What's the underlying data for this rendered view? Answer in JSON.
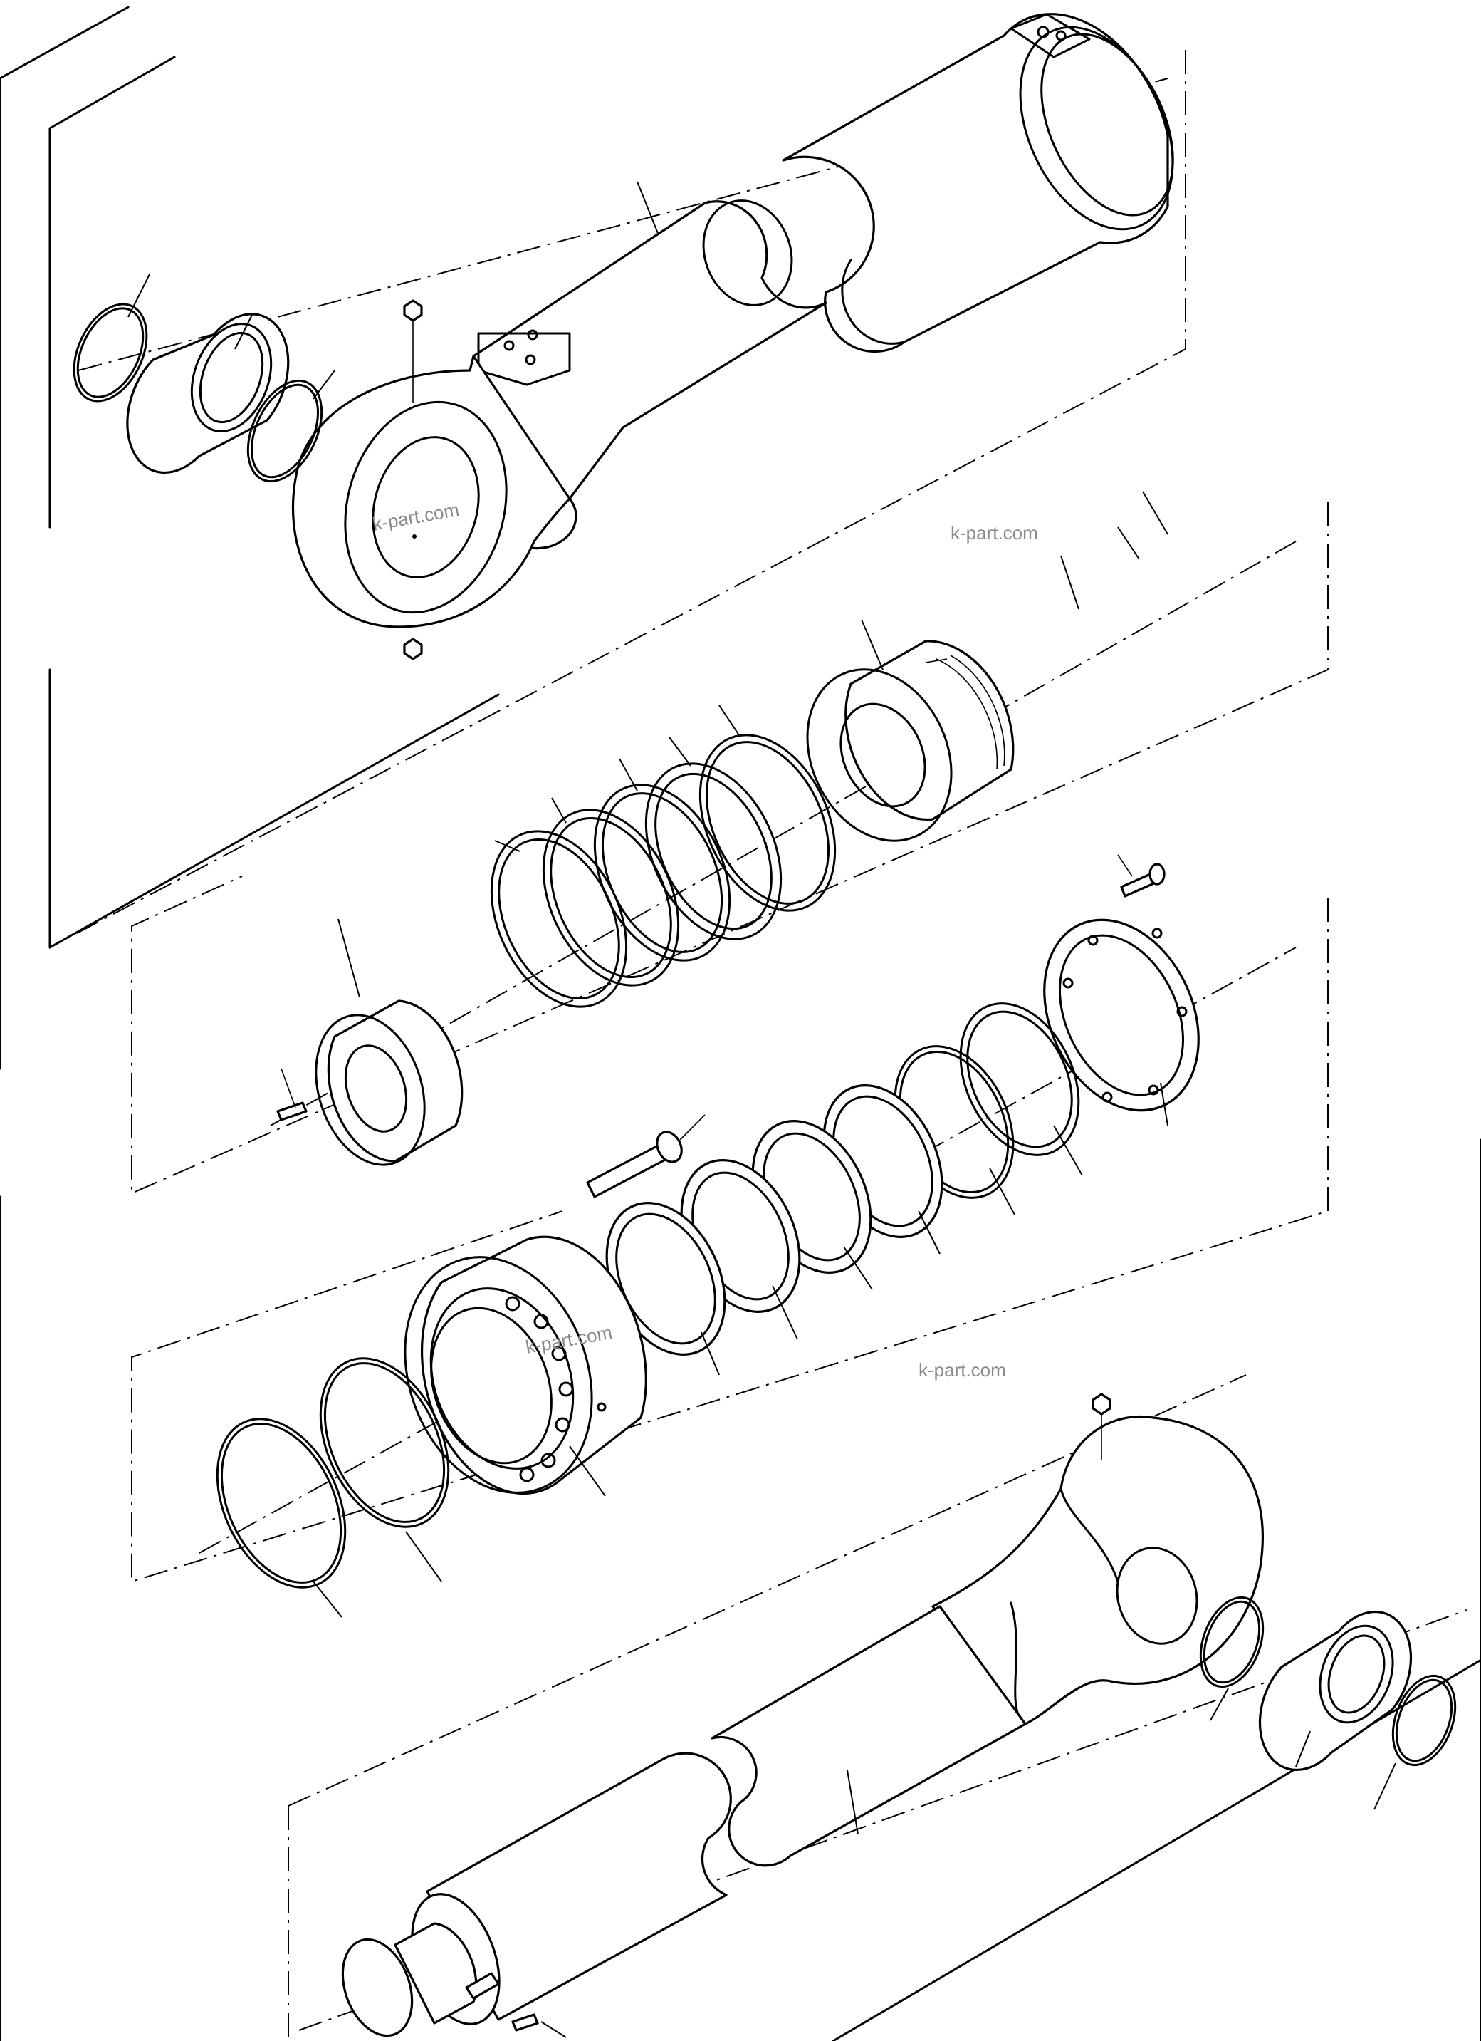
{
  "watermarks": [
    "k-part.com",
    "k-part.com",
    "k-part.com",
    "k-part.com"
  ],
  "colors": {
    "ink": "#000000",
    "paper": "#ffffff",
    "watermark": "#8a8a8a"
  },
  "groups": [
    "cylinder-tube-group",
    "piston-seal-group",
    "rod-seal-group",
    "cylinder-head-group",
    "piston-rod-group"
  ]
}
